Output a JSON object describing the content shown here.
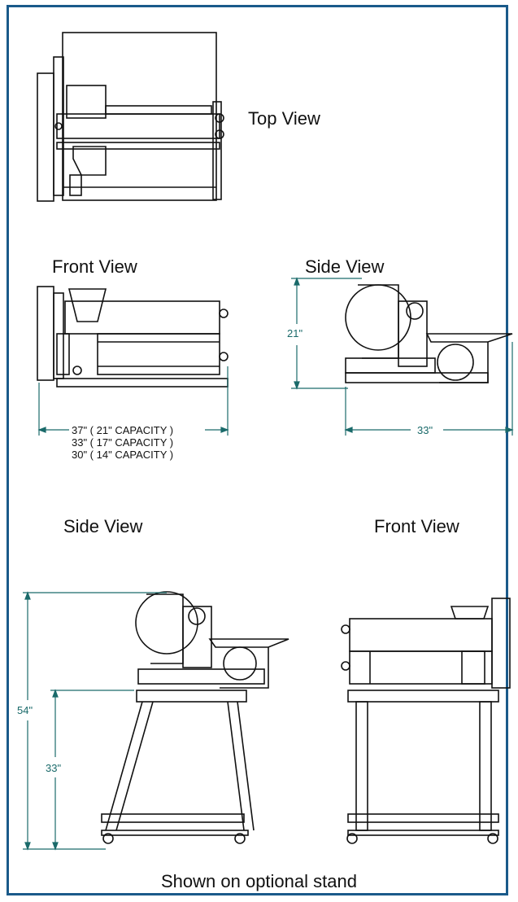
{
  "labels": {
    "top_view": "Top  View",
    "front_view_upper": "Front View",
    "side_view_upper": "Side View",
    "side_view_lower": "Side View",
    "front_view_lower": "Front View",
    "footer": "Shown on optional stand"
  },
  "dimensions": {
    "width_lines": [
      "37\"  ( 21\" CAPACITY )",
      "33\"  ( 17\" CAPACITY )",
      "30\"  ( 14\" CAPACITY )"
    ],
    "side_height": "21\"",
    "side_depth": "33\"",
    "stand_total_height": "54\"",
    "stand_height": "33\""
  },
  "colors": {
    "frame": "#1a5a8a",
    "dimension": "#1a6a6a",
    "line": "#111111"
  }
}
